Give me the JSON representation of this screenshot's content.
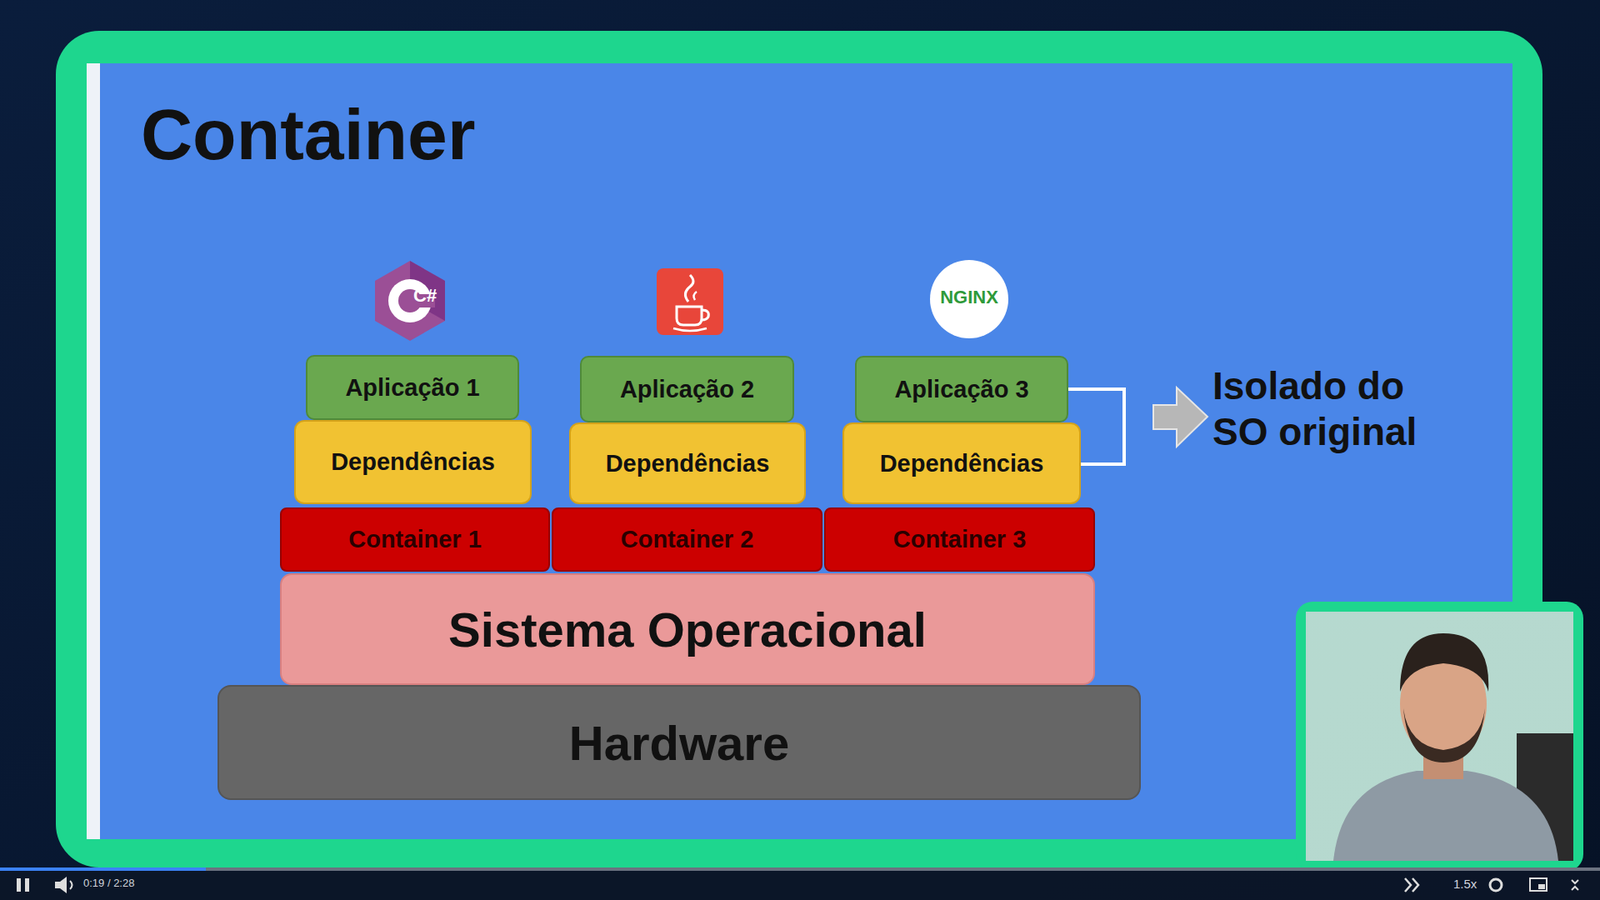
{
  "diagram": {
    "title": "Container",
    "nodes": [
      {
        "text": [
          "Aplicação 1"
        ]
      },
      {
        "text": [
          "Aplicação 2"
        ]
      },
      {
        "text": [
          "Aplicação 3"
        ]
      },
      {
        "text": [
          "Dependências"
        ]
      },
      {
        "text": [
          "Dependências"
        ]
      },
      {
        "text": [
          "Dependências"
        ]
      },
      {
        "text": [
          "Container 1"
        ]
      },
      {
        "text": [
          "Container 2"
        ]
      },
      {
        "text": [
          "Container 3"
        ]
      },
      {
        "text": [
          "Sistema Operacional"
        ]
      },
      {
        "text": [
          "Hardware"
        ]
      }
    ],
    "labels": [
      "Isolado do SO original",
      "C#",
      "NGINX",
      "0:19 / 2:28",
      "1.5x"
    ]
  }
}
